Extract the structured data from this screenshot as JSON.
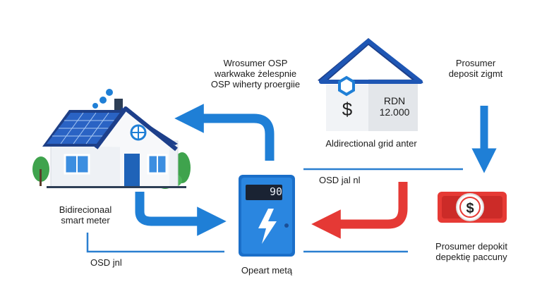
{
  "top_label": {
    "lines": [
      "Wrosumer OSP",
      "warkwake żelespnie",
      "OSP wiherty proergiie"
    ]
  },
  "prosumer_deposit_top": {
    "lines": [
      "Prosumer",
      "deposit zigmt"
    ]
  },
  "grid_building": {
    "title": "RDN",
    "value": "12.000",
    "caption": "Aldirectional grid anter"
  },
  "osd_right": {
    "label": "OSD jal nl"
  },
  "osd_left": {
    "label": "OSD jnl"
  },
  "smart_meter_label": {
    "lines": [
      "Bidirecionaal",
      "smart meter"
    ]
  },
  "meter_device": {
    "display": "90",
    "caption": "Opeart metą"
  },
  "prosumer_deposit_bottom": {
    "lines": [
      "Prosumer depokit",
      "depektię paccuny"
    ]
  },
  "colors": {
    "blue": "#1f7fd6",
    "dark_blue": "#1565c0",
    "red": "#e53935",
    "grid_line": "#2a7fd0",
    "green": "#3fa34d"
  }
}
